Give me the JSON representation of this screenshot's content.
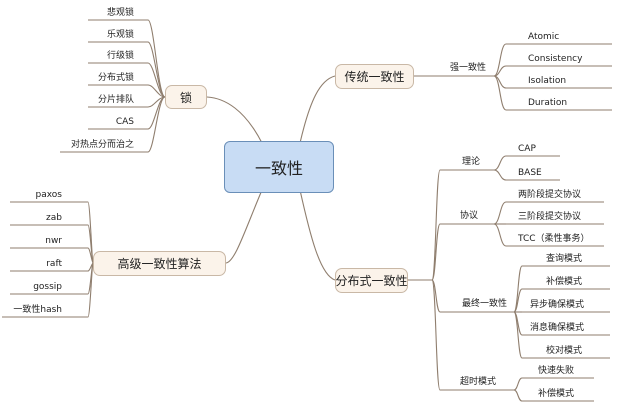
{
  "center": "一致性",
  "lock": {
    "label": "锁",
    "items": [
      "悲观锁",
      "乐观锁",
      "行级锁",
      "分布式锁",
      "分片排队",
      "CAS",
      "对热点分而治之"
    ]
  },
  "advanced": {
    "label": "高级一致性算法",
    "items": [
      "paxos",
      "zab",
      "nwr",
      "raft",
      "gossip",
      "一致性hash"
    ]
  },
  "traditional": {
    "label": "传统一致性",
    "strong_label": "强一致性",
    "items": [
      "Atomic",
      "Consistency",
      "Isolation",
      "Duration"
    ]
  },
  "distributed": {
    "label": "分布式一致性",
    "theory": {
      "label": "理论",
      "items": [
        "CAP",
        "BASE"
      ]
    },
    "protocol": {
      "label": "协议",
      "items": [
        "两阶段提交协议",
        "三阶段提交协议",
        "TCC（柔性事务）"
      ]
    },
    "eventual": {
      "label": "最终一致性",
      "items": [
        "查询模式",
        "补偿模式",
        "异步确保模式",
        "消息确保模式",
        "校对模式"
      ]
    },
    "timeout": {
      "label": "超时模式",
      "items": [
        "快速失败",
        "补偿模式"
      ]
    }
  },
  "colors": {
    "center_fill": "#c8dcf4",
    "node_fill": "#fbf3ea",
    "line": "#8f7e6e"
  }
}
